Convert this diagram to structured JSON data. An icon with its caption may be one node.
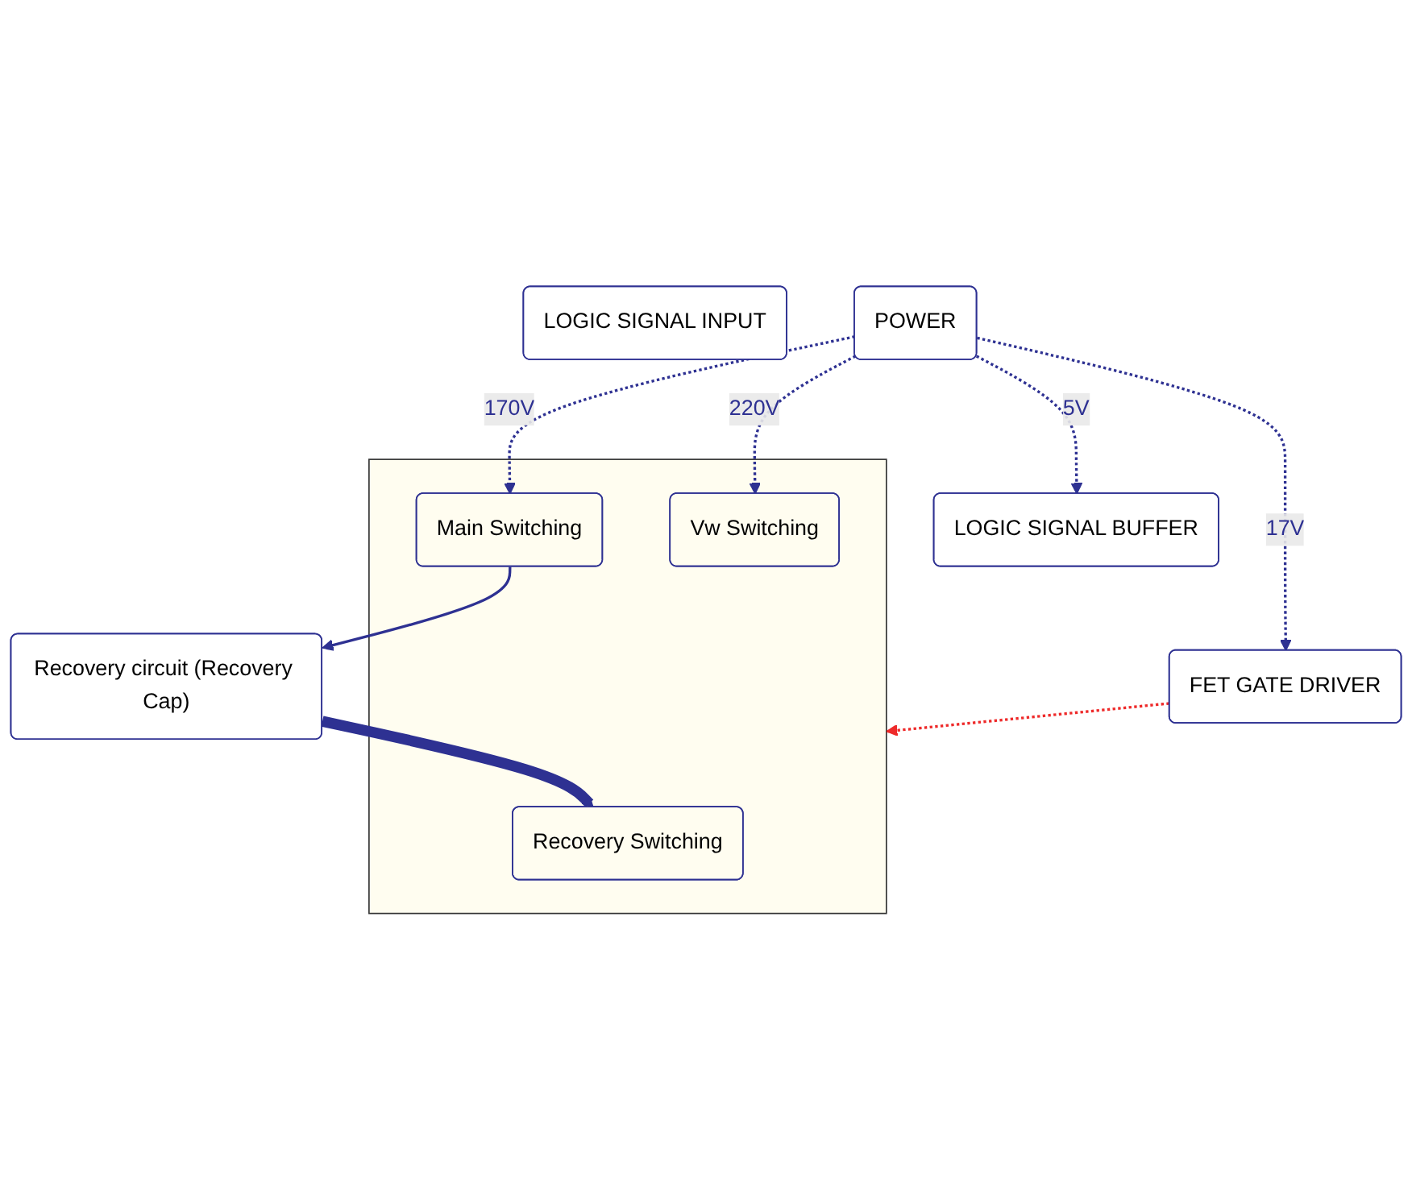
{
  "diagram": {
    "nodes": [
      {
        "text": [
          "LOGIC SIGNAL INPUT"
        ]
      },
      {
        "text": [
          "POWER"
        ]
      },
      {
        "text": [
          "LOGIC SIGNAL BUFFER"
        ]
      },
      {
        "text": [
          "FET GATE DRIVER"
        ]
      },
      {
        "text": [],
        "shape": "box"
      },
      {
        "text": [
          "Recovery Switching"
        ],
        "in": 4
      },
      {
        "text": [
          "Main Switching"
        ],
        "in": 4
      },
      {
        "text": [
          "Vw Switching"
        ],
        "in": 4
      },
      {
        "text": [
          "Recovery circuit (Recovery Cap)"
        ]
      }
    ],
    "edges": [
      {
        "from": 1,
        "to": 2,
        "arrow": "to",
        "label": "5V",
        "style": "dashed"
      },
      {
        "from": 1,
        "to": 3,
        "arrow": "to",
        "label": "17V",
        "style": "dashed"
      },
      {
        "from": 1,
        "to": 6,
        "arrow": "to",
        "label": "170V",
        "style": "dashed"
      },
      {
        "from": 1,
        "to": 7,
        "arrow": "to",
        "label": "220V",
        "style": "dashed"
      },
      {
        "from": 3,
        "to": 4,
        "arrow": "to",
        "style": "dashed",
        "color": "#ee2a2a"
      },
      {
        "from": 8,
        "to": 5,
        "arrow": "to",
        "style": "thick"
      },
      {
        "from": 6,
        "to": 8,
        "arrow": "to"
      }
    ]
  }
}
